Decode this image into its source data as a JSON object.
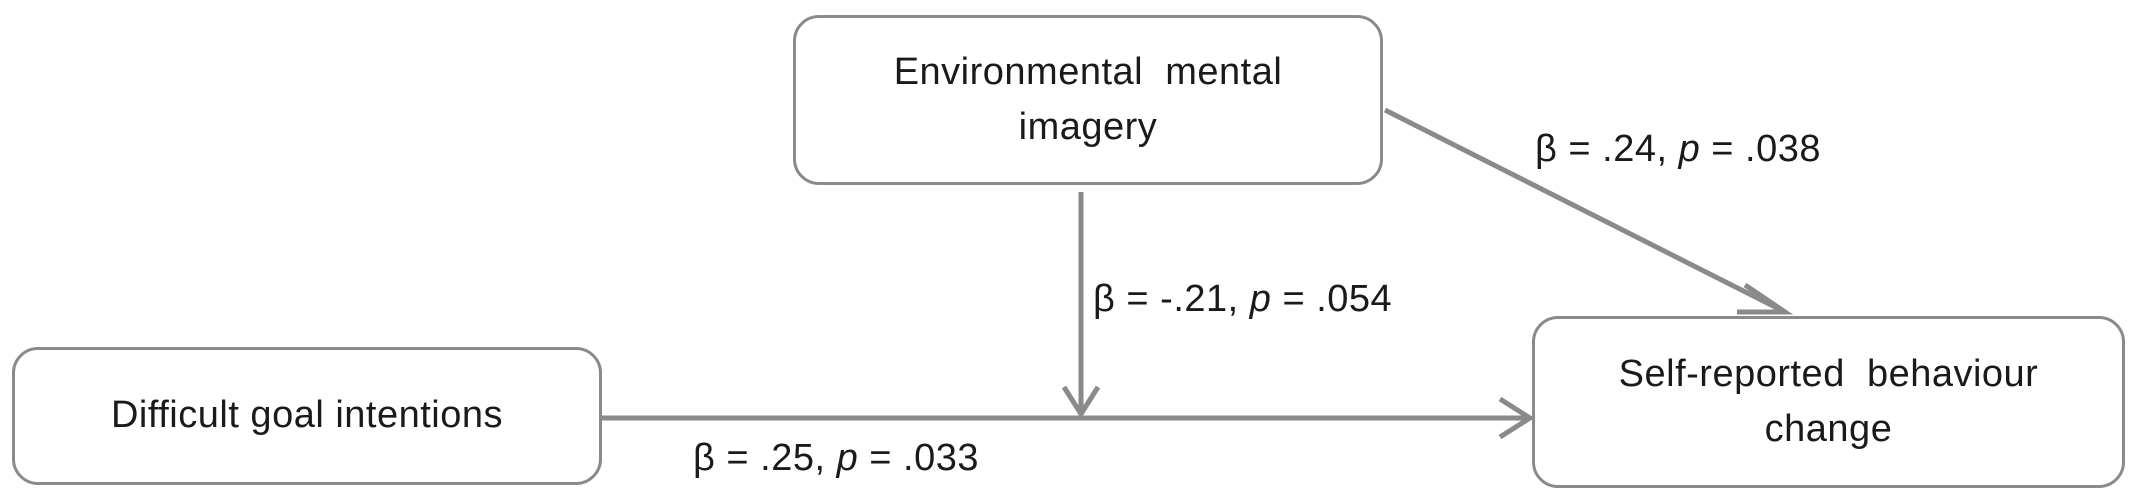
{
  "nodes": {
    "imagery": {
      "line1": "Environmental  mental",
      "line2": "imagery"
    },
    "goals": {
      "line1": "Difficult goal intentions"
    },
    "behaviour": {
      "line1": "Self-reported  behaviour",
      "line2": "change"
    }
  },
  "paths": {
    "imagery_to_behaviour": {
      "coef": "β = .24, ",
      "p_symbol": "p",
      "p_value": " = .038"
    },
    "moderation": {
      "coef": "β = -.21, ",
      "p_symbol": "p",
      "p_value": " = .054"
    },
    "goals_to_behaviour": {
      "coef": "β = .25, ",
      "p_symbol": "p",
      "p_value": " = .033"
    }
  },
  "colors": {
    "line": "#8a8a8a",
    "border": "#8a8a8a",
    "text": "#1a1a1a"
  }
}
